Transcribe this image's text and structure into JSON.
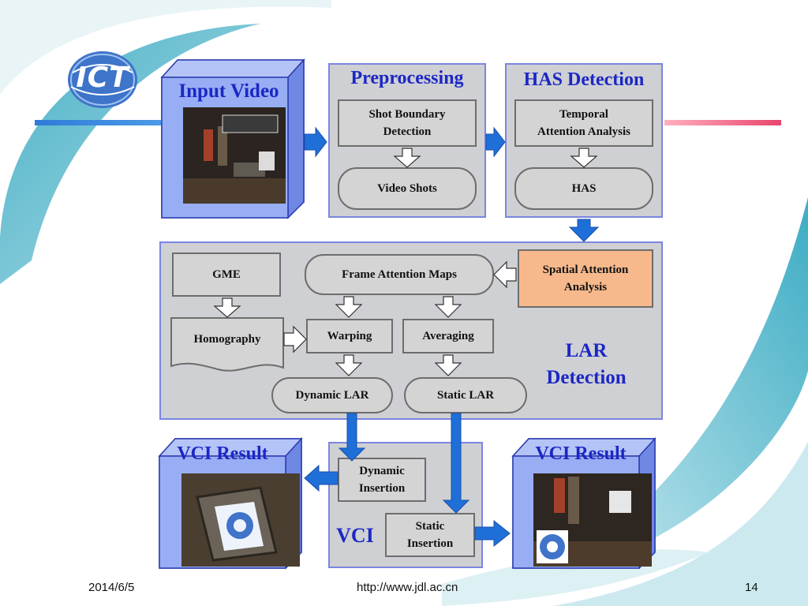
{
  "diagram": {
    "input_video": {
      "title": "Input Video",
      "image": "input video frame"
    },
    "preprocessing": {
      "title": "Preprocessing",
      "shot_boundary": "Shot Boundary\nDetection",
      "video_shots": "Video Shots"
    },
    "has_detection": {
      "title": "HAS Detection",
      "temporal": "Temporal\nAttention Analysis",
      "has": "HAS"
    },
    "lar_detection": {
      "title": "LAR\nDetection",
      "gme": "GME",
      "frame_attention_maps": "Frame Attention Maps",
      "spatial_attention": "Spatial Attention\nAnalysis",
      "homography": "Homography",
      "warping": "Warping",
      "averaging": "Averaging",
      "dynamic_lar": "Dynamic LAR",
      "static_lar": "Static LAR"
    },
    "vci": {
      "title": "VCI",
      "dynamic_insertion": "Dynamic\nInsertion",
      "static_insertion": "Static\nInsertion"
    },
    "vci_result_left": {
      "title": "VCI Result",
      "image": "dynamic insertion result frame"
    },
    "vci_result_right": {
      "title": "VCI Result",
      "image": "static insertion result frame"
    }
  },
  "footer": {
    "date": "2014/6/5",
    "url": "http://www.jdl.ac.cn",
    "page": "14"
  },
  "colors": {
    "title_blue": "#1c27c4",
    "arrow_blue": "#1f6fd8",
    "box_gray": "#d4d4d4",
    "highlight_orange": "#f7b98c",
    "panel_gray": "#cfd0d4",
    "accent_pink": "#e8456d",
    "swoosh_teal": "#2aa4bd"
  },
  "logo": {
    "text": "ICT"
  }
}
